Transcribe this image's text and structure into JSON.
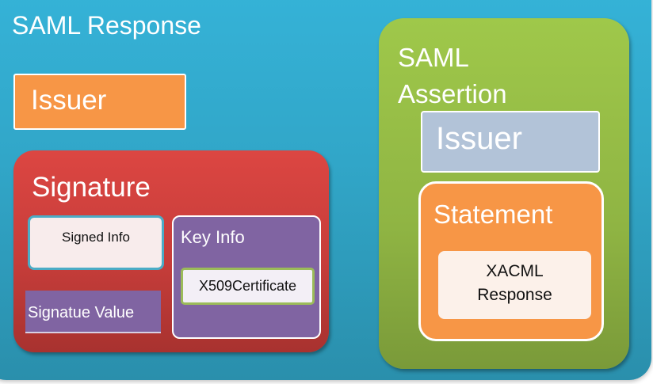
{
  "diagram": {
    "title": "SAML Response",
    "response_issuer": {
      "label": "Issuer",
      "color": "#f79646"
    },
    "signature": {
      "label": "Signature",
      "color": "#c0504d",
      "signed_info": {
        "label": "Signed Info"
      },
      "signature_value": {
        "label": "Signatue Value"
      },
      "key_info": {
        "label": "Key Info",
        "color": "#8064a2",
        "certificate": {
          "label": "X509Certificate"
        }
      }
    },
    "assertion": {
      "label_line1": "SAML",
      "label_line2": "Assertion",
      "color": "#9bbb59",
      "issuer": {
        "label": "Issuer",
        "color": "#b2c3d8"
      },
      "statement": {
        "label": "Statement",
        "color": "#f79646",
        "content": {
          "line1": "XACML",
          "line2": "Response"
        }
      }
    },
    "background_color": "#31a6c8"
  }
}
